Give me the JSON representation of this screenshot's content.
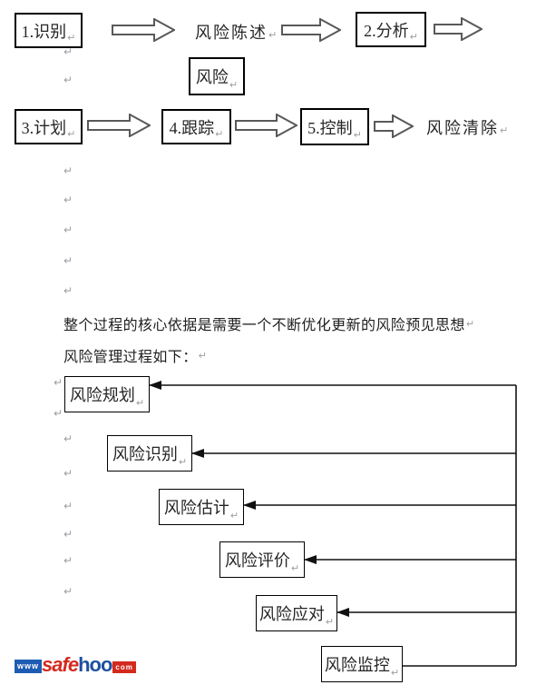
{
  "marks": {
    "pilcrow": "↵"
  },
  "flow1": {
    "step1": "1.识别",
    "step2": "2.分析",
    "step3": "3.计划",
    "step4": "4.跟踪",
    "step5": "5.控制",
    "risk_box": "风险",
    "risk_statement": "风险陈述",
    "risk_clear": "风险清除"
  },
  "paragraph": {
    "line1": "整个过程的核心依据是需要一个不断优化更新的风险预见思想",
    "line2": "风险管理过程如下："
  },
  "flow2": {
    "planning": "风险规划",
    "identification": "风险识别",
    "estimation": "风险估计",
    "evaluation": "风险评价",
    "response": "风险应对",
    "monitoring": "风险监控"
  },
  "logo": {
    "www": "www",
    "safe": "safe",
    "hoo": "hoo",
    "com": "com"
  },
  "colors": {
    "box_border": "#000000",
    "arrow_outline": "#595959",
    "connector_line": "#111111",
    "pilcrow_gray": "#9aa0a6",
    "logo_red": "#d42a1e",
    "logo_blue": "#1e5cb3"
  }
}
